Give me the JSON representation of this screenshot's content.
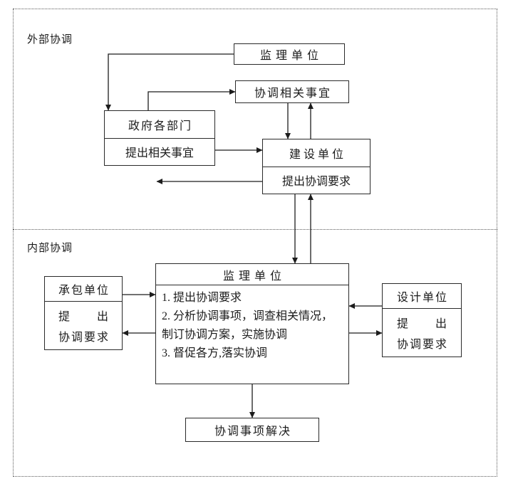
{
  "external": {
    "label": "外部协调",
    "supervision_unit": "监理单位",
    "coordinate_matters": "协调相关事宜",
    "government": {
      "title": "政府各部门",
      "subtitle": "提出相关事宜"
    },
    "construction": {
      "title": "建设单位",
      "subtitle": "提出协调要求"
    }
  },
  "internal": {
    "label": "内部协调",
    "contractor": {
      "title": "承包单位",
      "line1": "提　　出",
      "line2": "协调要求"
    },
    "supervision": {
      "title": "监理单位",
      "item1": "1. 提出协调要求",
      "item2": "2. 分析协调事项，调查相关情况，制订协调方案，实施协调",
      "item3": "3. 督促各方,落实协调"
    },
    "designer": {
      "title": "设计单位",
      "line1": "提　　出",
      "line2": "协调要求"
    },
    "resolved": "协调事项解决"
  }
}
